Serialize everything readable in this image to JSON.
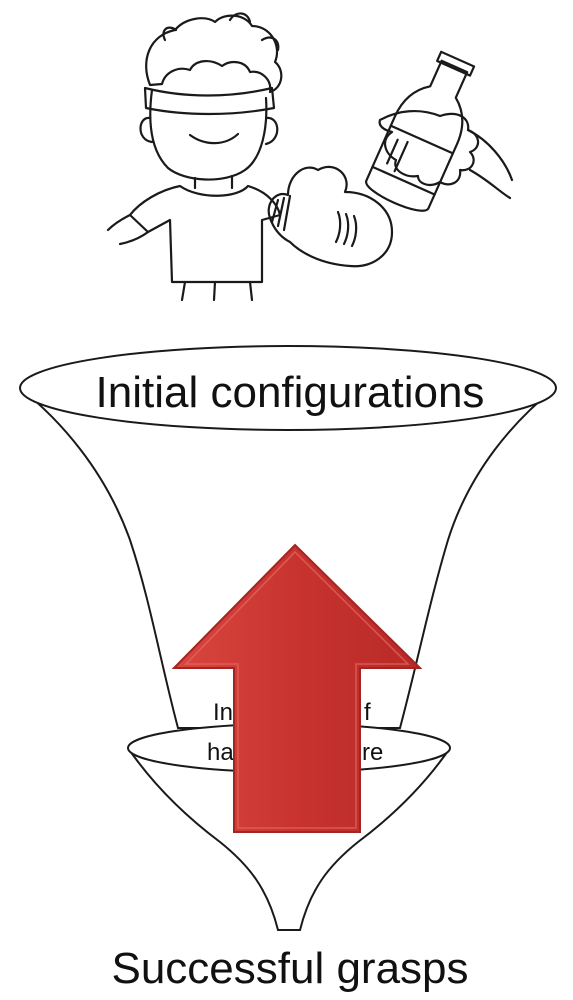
{
  "diagram": {
    "illustration": {
      "subject": "blindfolded-child-with-mitten",
      "object": "bottle-held-in-hand"
    },
    "funnel_top": {
      "label": "Initial configurations"
    },
    "funnel_neck": {
      "label_line1": "In",
      "label_line1_right": "f",
      "label_line2": "ha",
      "label_line2_right": "re"
    },
    "funnel_bottom": {
      "label": "Successful grasps"
    },
    "arrow": {
      "direction": "up",
      "color": "#c8332f",
      "highlight_color": "#e05a52",
      "shadow_color": "#8e1f1c"
    },
    "colors": {
      "line": "#1a1a1a",
      "background": "#ffffff"
    }
  }
}
